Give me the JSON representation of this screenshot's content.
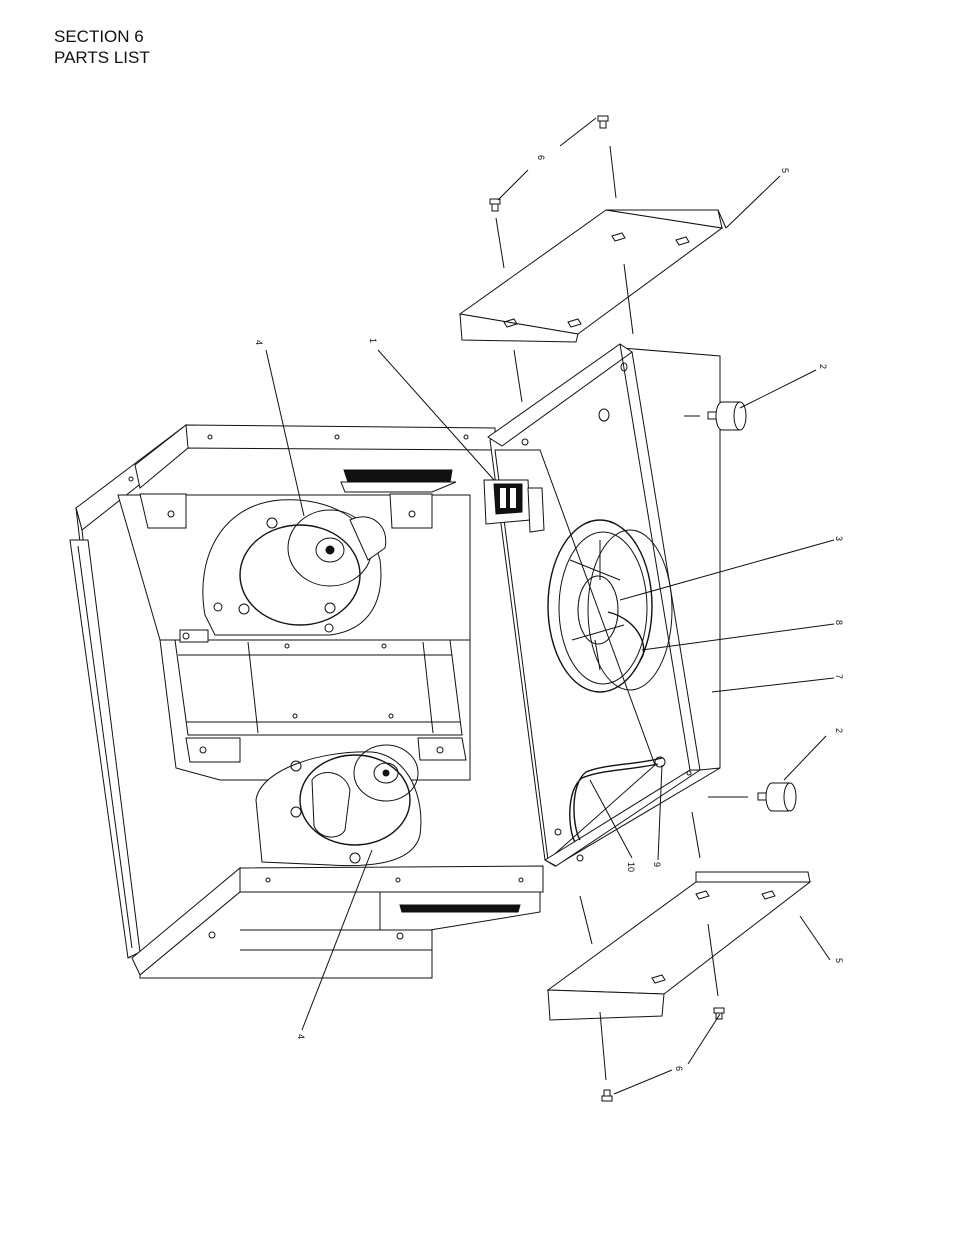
{
  "header": {
    "line1": "SECTION 6",
    "line2": "PARTS LIST"
  },
  "callouts": {
    "c1": "1",
    "c2a": "2",
    "c2b": "2",
    "c3": "3",
    "c4a": "4",
    "c4b": "4",
    "c5a": "5",
    "c5b": "5",
    "c6a": "6",
    "c6b": "6",
    "c7": "7",
    "c8": "8",
    "c9": "9",
    "c10": "10"
  }
}
